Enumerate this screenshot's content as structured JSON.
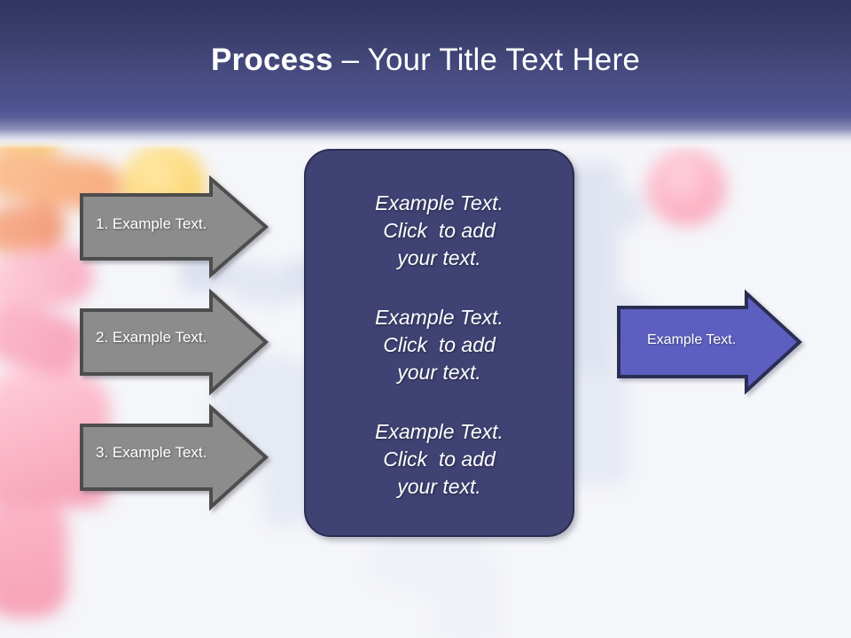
{
  "slide": {
    "title": {
      "bold_part": "Process",
      "rest_part": " – Your Title Text Here"
    },
    "background_color": "#f5f6fa",
    "header_color_top": "#323560",
    "header_color_bottom": "#4f5391"
  },
  "process_arrows": [
    {
      "label": "1. Example Text.",
      "fill": "#8c8c8c",
      "border": "#595959",
      "text_color": "#ffffff"
    },
    {
      "label": "2. Example Text.",
      "fill": "#8c8c8c",
      "border": "#595959",
      "text_color": "#ffffff"
    },
    {
      "label": "3. Example Text.",
      "fill": "#8c8c8c",
      "border": "#595959",
      "text_color": "#ffffff"
    }
  ],
  "center_box": {
    "fill": "#3f4273",
    "border": "#2b2d52",
    "text_color": "#ffffff",
    "blocks": [
      {
        "line1": "Example Text.",
        "line2": "Click  to add",
        "line3": "your text."
      },
      {
        "line1": "Example Text.",
        "line2": "Click  to add",
        "line3": "your text."
      },
      {
        "line1": "Example Text.",
        "line2": "Click  to add",
        "line3": "your text."
      }
    ]
  },
  "result_arrow": {
    "label": "Example Text.",
    "fill": "#5b5fc0",
    "border": "#2b2d52",
    "text_color": "#ffffff"
  },
  "background_graphics": {
    "description": "blurred photo of interlocking puzzle-piece figures",
    "figures": [
      {
        "name": "yellow-puzzle-person",
        "color": "#f9cf78"
      },
      {
        "name": "orange-puzzle-arm",
        "color": "#f6a97c"
      },
      {
        "name": "pink-puzzle-person",
        "color": "#f9aec2"
      },
      {
        "name": "white-puzzle-pieces",
        "color": "#e2e6f0"
      }
    ]
  }
}
